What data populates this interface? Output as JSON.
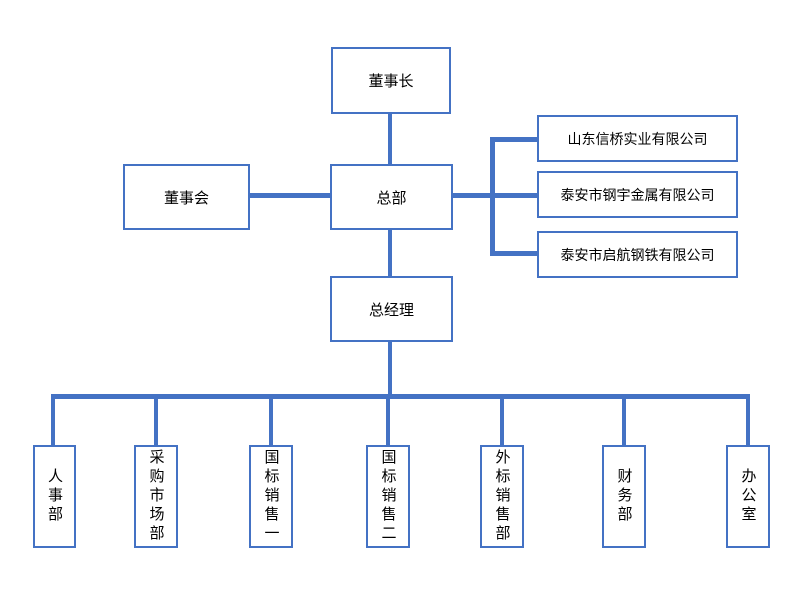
{
  "diagram": {
    "type": "org-chart",
    "nodes": {
      "chairman": {
        "label": "董事长"
      },
      "board": {
        "label": "董事会"
      },
      "headquarters": {
        "label": "总部"
      },
      "general_manager": {
        "label": "总经理"
      },
      "subsidiaries": [
        {
          "label": "山东信桥实业有限公司"
        },
        {
          "label": "泰安市钢宇金属有限公司"
        },
        {
          "label": "泰安市启航钢铁有限公司"
        }
      ],
      "departments": [
        {
          "label": "人事部"
        },
        {
          "label": "采购市场部"
        },
        {
          "label": "国标销售一"
        },
        {
          "label": "国标销售二"
        },
        {
          "label": "外标销售部"
        },
        {
          "label": "财务部"
        },
        {
          "label": "办公室"
        }
      ]
    },
    "edges": [
      "chairman-headquarters",
      "board-headquarters",
      "headquarters-subsidiary1",
      "headquarters-subsidiary2",
      "headquarters-subsidiary3",
      "headquarters-general_manager",
      "general_manager-departments"
    ],
    "colors": {
      "line": "#4472c4",
      "box_border": "#4472c4",
      "text": "#000000",
      "background": "#ffffff"
    }
  }
}
